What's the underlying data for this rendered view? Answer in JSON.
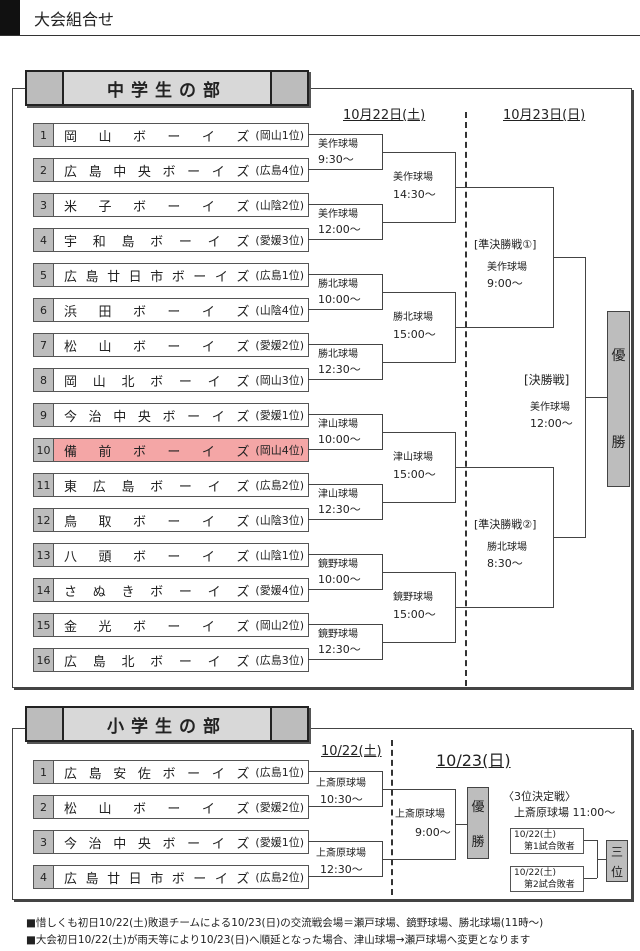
{
  "title": "大会組合せ",
  "junior_high": {
    "heading": "中学生の部",
    "date_day1": "10月22日(土)",
    "date_day2": "10月23日(日)",
    "teams": [
      {
        "no": "1",
        "name": "岡山ボーイズ",
        "rank": "(岡山1位)"
      },
      {
        "no": "2",
        "name": "広島中央ボーイズ",
        "rank": "(広島4位)"
      },
      {
        "no": "3",
        "name": "米子ボーイズ",
        "rank": "(山陰2位)"
      },
      {
        "no": "4",
        "name": "宇和島ボーイズ",
        "rank": "(愛媛3位)"
      },
      {
        "no": "5",
        "name": "広島廿日市ボーイズ",
        "rank": "(広島1位)"
      },
      {
        "no": "6",
        "name": "浜田ボーイズ",
        "rank": "(山陰4位)"
      },
      {
        "no": "7",
        "name": "松山ボーイズ",
        "rank": "(愛媛2位)"
      },
      {
        "no": "8",
        "name": "岡山北ボーイズ",
        "rank": "(岡山3位)"
      },
      {
        "no": "9",
        "name": "今治中央ボーイズ",
        "rank": "(愛媛1位)"
      },
      {
        "no": "10",
        "name": "備前ボーイズ",
        "rank": "(岡山4位)",
        "highlight": true
      },
      {
        "no": "11",
        "name": "東広島ボーイズ",
        "rank": "(広島2位)"
      },
      {
        "no": "12",
        "name": "鳥取ボーイズ",
        "rank": "(山陰3位)"
      },
      {
        "no": "13",
        "name": "八頭ボーイズ",
        "rank": "(山陰1位)"
      },
      {
        "no": "14",
        "name": "さぬきボーイズ",
        "rank": "(愛媛4位)"
      },
      {
        "no": "15",
        "name": "金光ボーイズ",
        "rank": "(岡山2位)"
      },
      {
        "no": "16",
        "name": "広島北ボーイズ",
        "rank": "(広島3位)"
      }
    ],
    "round1": [
      {
        "venue": "美作球場",
        "time": "9:30〜"
      },
      {
        "venue": "美作球場",
        "time": "12:00〜"
      },
      {
        "venue": "勝北球場",
        "time": "10:00〜"
      },
      {
        "venue": "勝北球場",
        "time": "12:30〜"
      },
      {
        "venue": "津山球場",
        "time": "10:00〜"
      },
      {
        "venue": "津山球場",
        "time": "12:30〜"
      },
      {
        "venue": "鏡野球場",
        "time": "10:00〜"
      },
      {
        "venue": "鏡野球場",
        "time": "12:30〜"
      }
    ],
    "round2": [
      {
        "venue": "美作球場",
        "time": "14:30〜"
      },
      {
        "venue": "勝北球場",
        "time": "15:00〜"
      },
      {
        "venue": "津山球場",
        "time": "15:00〜"
      },
      {
        "venue": "鏡野球場",
        "time": "15:00〜"
      }
    ],
    "semis": [
      {
        "label": "[準決勝戦①]",
        "venue": "美作球場",
        "time": "9:00〜"
      },
      {
        "label": "[準決勝戦②]",
        "venue": "勝北球場",
        "time": "8:30〜"
      }
    ],
    "final": {
      "label": "[決勝戦]",
      "venue": "美作球場",
      "time": "12:00〜"
    },
    "champion": [
      "優",
      "勝"
    ]
  },
  "elementary": {
    "heading": "小学生の部",
    "date_day1": "10/22(土)",
    "date_day2": "10/23(日)",
    "teams": [
      {
        "no": "1",
        "name": "広島安佐ボーイズ",
        "rank": "(広島1位)"
      },
      {
        "no": "2",
        "name": "松山ボーイズ",
        "rank": "(愛媛2位)"
      },
      {
        "no": "3",
        "name": "今治中央ボーイズ",
        "rank": "(愛媛1位)"
      },
      {
        "no": "4",
        "name": "広島廿日市ボーイズ",
        "rank": "(広島2位)"
      }
    ],
    "round1": [
      {
        "venue": "上斎原球場",
        "time": "10:30〜"
      },
      {
        "venue": "上斎原球場",
        "time": "12:30〜"
      }
    ],
    "final": {
      "venue": "上斎原球場",
      "time": "9:00〜"
    },
    "champion": [
      "優",
      "勝"
    ],
    "third_place": {
      "label": "〈3位決定戦〉",
      "venue_time": "上斎原球場 11:00〜",
      "slot1": [
        "10/22(土)",
        "第1試合敗者"
      ],
      "slot2": [
        "10/22(土)",
        "第2試合敗者"
      ],
      "result": [
        "三",
        "位"
      ]
    }
  },
  "notes": [
    "■惜しくも初日10/22(土)敗退チームによる10/23(日)の交流戦会場＝瀬戸球場、鏡野球場、勝北球場(11時〜)",
    "■大会初日10/22(土)が雨天等により10/23(日)へ順延となった場合、津山球場→瀬戸球場へ変更となります"
  ]
}
